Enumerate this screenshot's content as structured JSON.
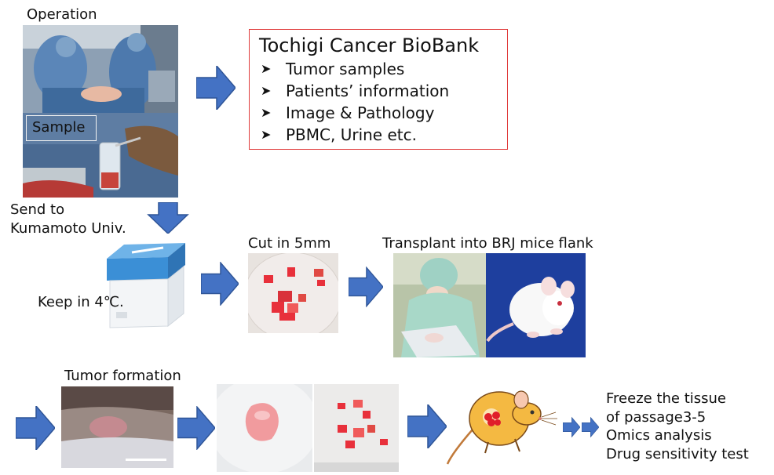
{
  "labels": {
    "operation": "Operation",
    "sample": "Sample",
    "send_to": "Send to",
    "kumamoto": "Kumamoto Univ.",
    "keep": "Keep in 4℃.",
    "cut": "Cut in 5mm",
    "transplant": "Transplant into BRJ mice flank",
    "tumor_formation": "Tumor formation"
  },
  "biobank": {
    "title": "Tochigi Cancer BioBank",
    "items": [
      "Tumor samples",
      "Patients’ information",
      "Image & Pathology",
      "PBMC, Urine etc."
    ]
  },
  "results": [
    "Freeze the tissue",
    "of passage3-5",
    "Omics analysis",
    "Drug sensitivity test"
  ],
  "colors": {
    "arrow_fill": "#4472c4",
    "arrow_stroke": "#2f5597",
    "biobank_border": "#e03a3a",
    "surgical_blue": "#5b86b8",
    "tissue_red": "#e8303b",
    "cooler_blue": "#3b8fd6",
    "mouse_body": "#f4b942"
  },
  "icons": {
    "arrow": "block-arrow-icon",
    "bullet": "arrow-bullet-icon"
  }
}
